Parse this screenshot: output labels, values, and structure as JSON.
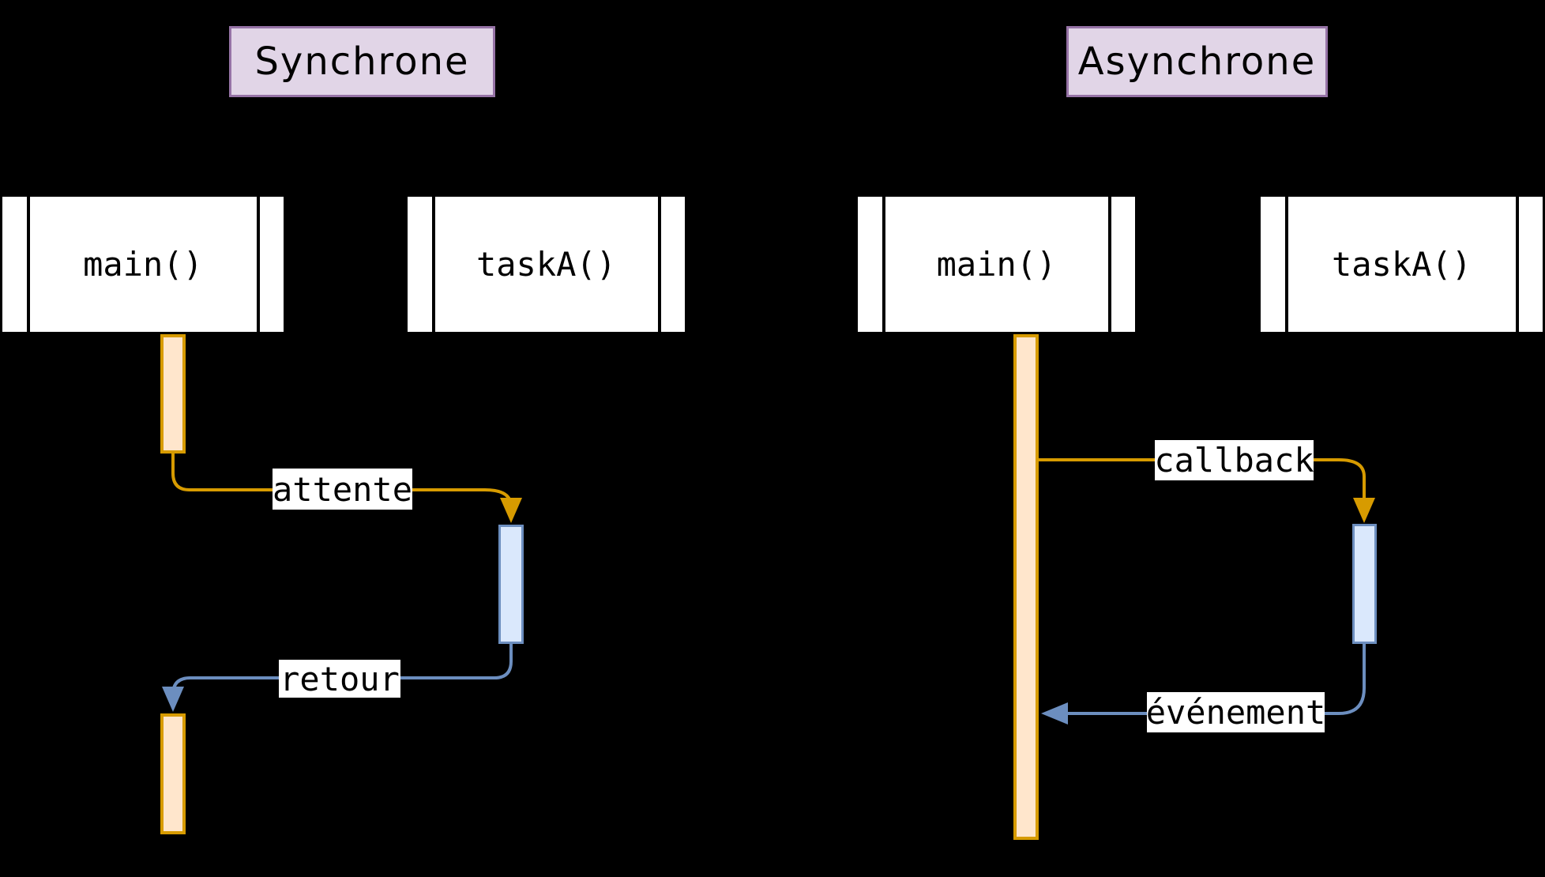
{
  "colors": {
    "background": "#000000",
    "orange_stroke": "#D79B00",
    "orange_fill": "#FFE6CC",
    "blue_stroke": "#6C8EBF",
    "blue_fill": "#DAE8FC",
    "purple_stroke": "#9673A6",
    "purple_fill": "#E1D5E7",
    "participant_fill": "#FFFFFF",
    "text": "#000000",
    "message_label_bg": "#FFFFFF"
  },
  "sync": {
    "title": "Synchrone",
    "participants": {
      "main": "main()",
      "task": "taskA()"
    },
    "messages": {
      "call": {
        "label": "attente",
        "from": "main()",
        "to": "taskA()",
        "color": "#D79B00",
        "direction": "main-to-task"
      },
      "return": {
        "label": "retour",
        "from": "taskA()",
        "to": "main()",
        "color": "#6C8EBF",
        "direction": "task-to-main"
      }
    }
  },
  "async": {
    "title": "Asynchrone",
    "participants": {
      "main": "main()",
      "task": "taskA()"
    },
    "messages": {
      "call": {
        "label": "callback",
        "from": "main()",
        "to": "taskA()",
        "color": "#D79B00",
        "direction": "main-to-task"
      },
      "return": {
        "label": "événement",
        "from": "taskA()",
        "to": "main()",
        "color": "#6C8EBF",
        "direction": "task-to-main"
      }
    }
  }
}
